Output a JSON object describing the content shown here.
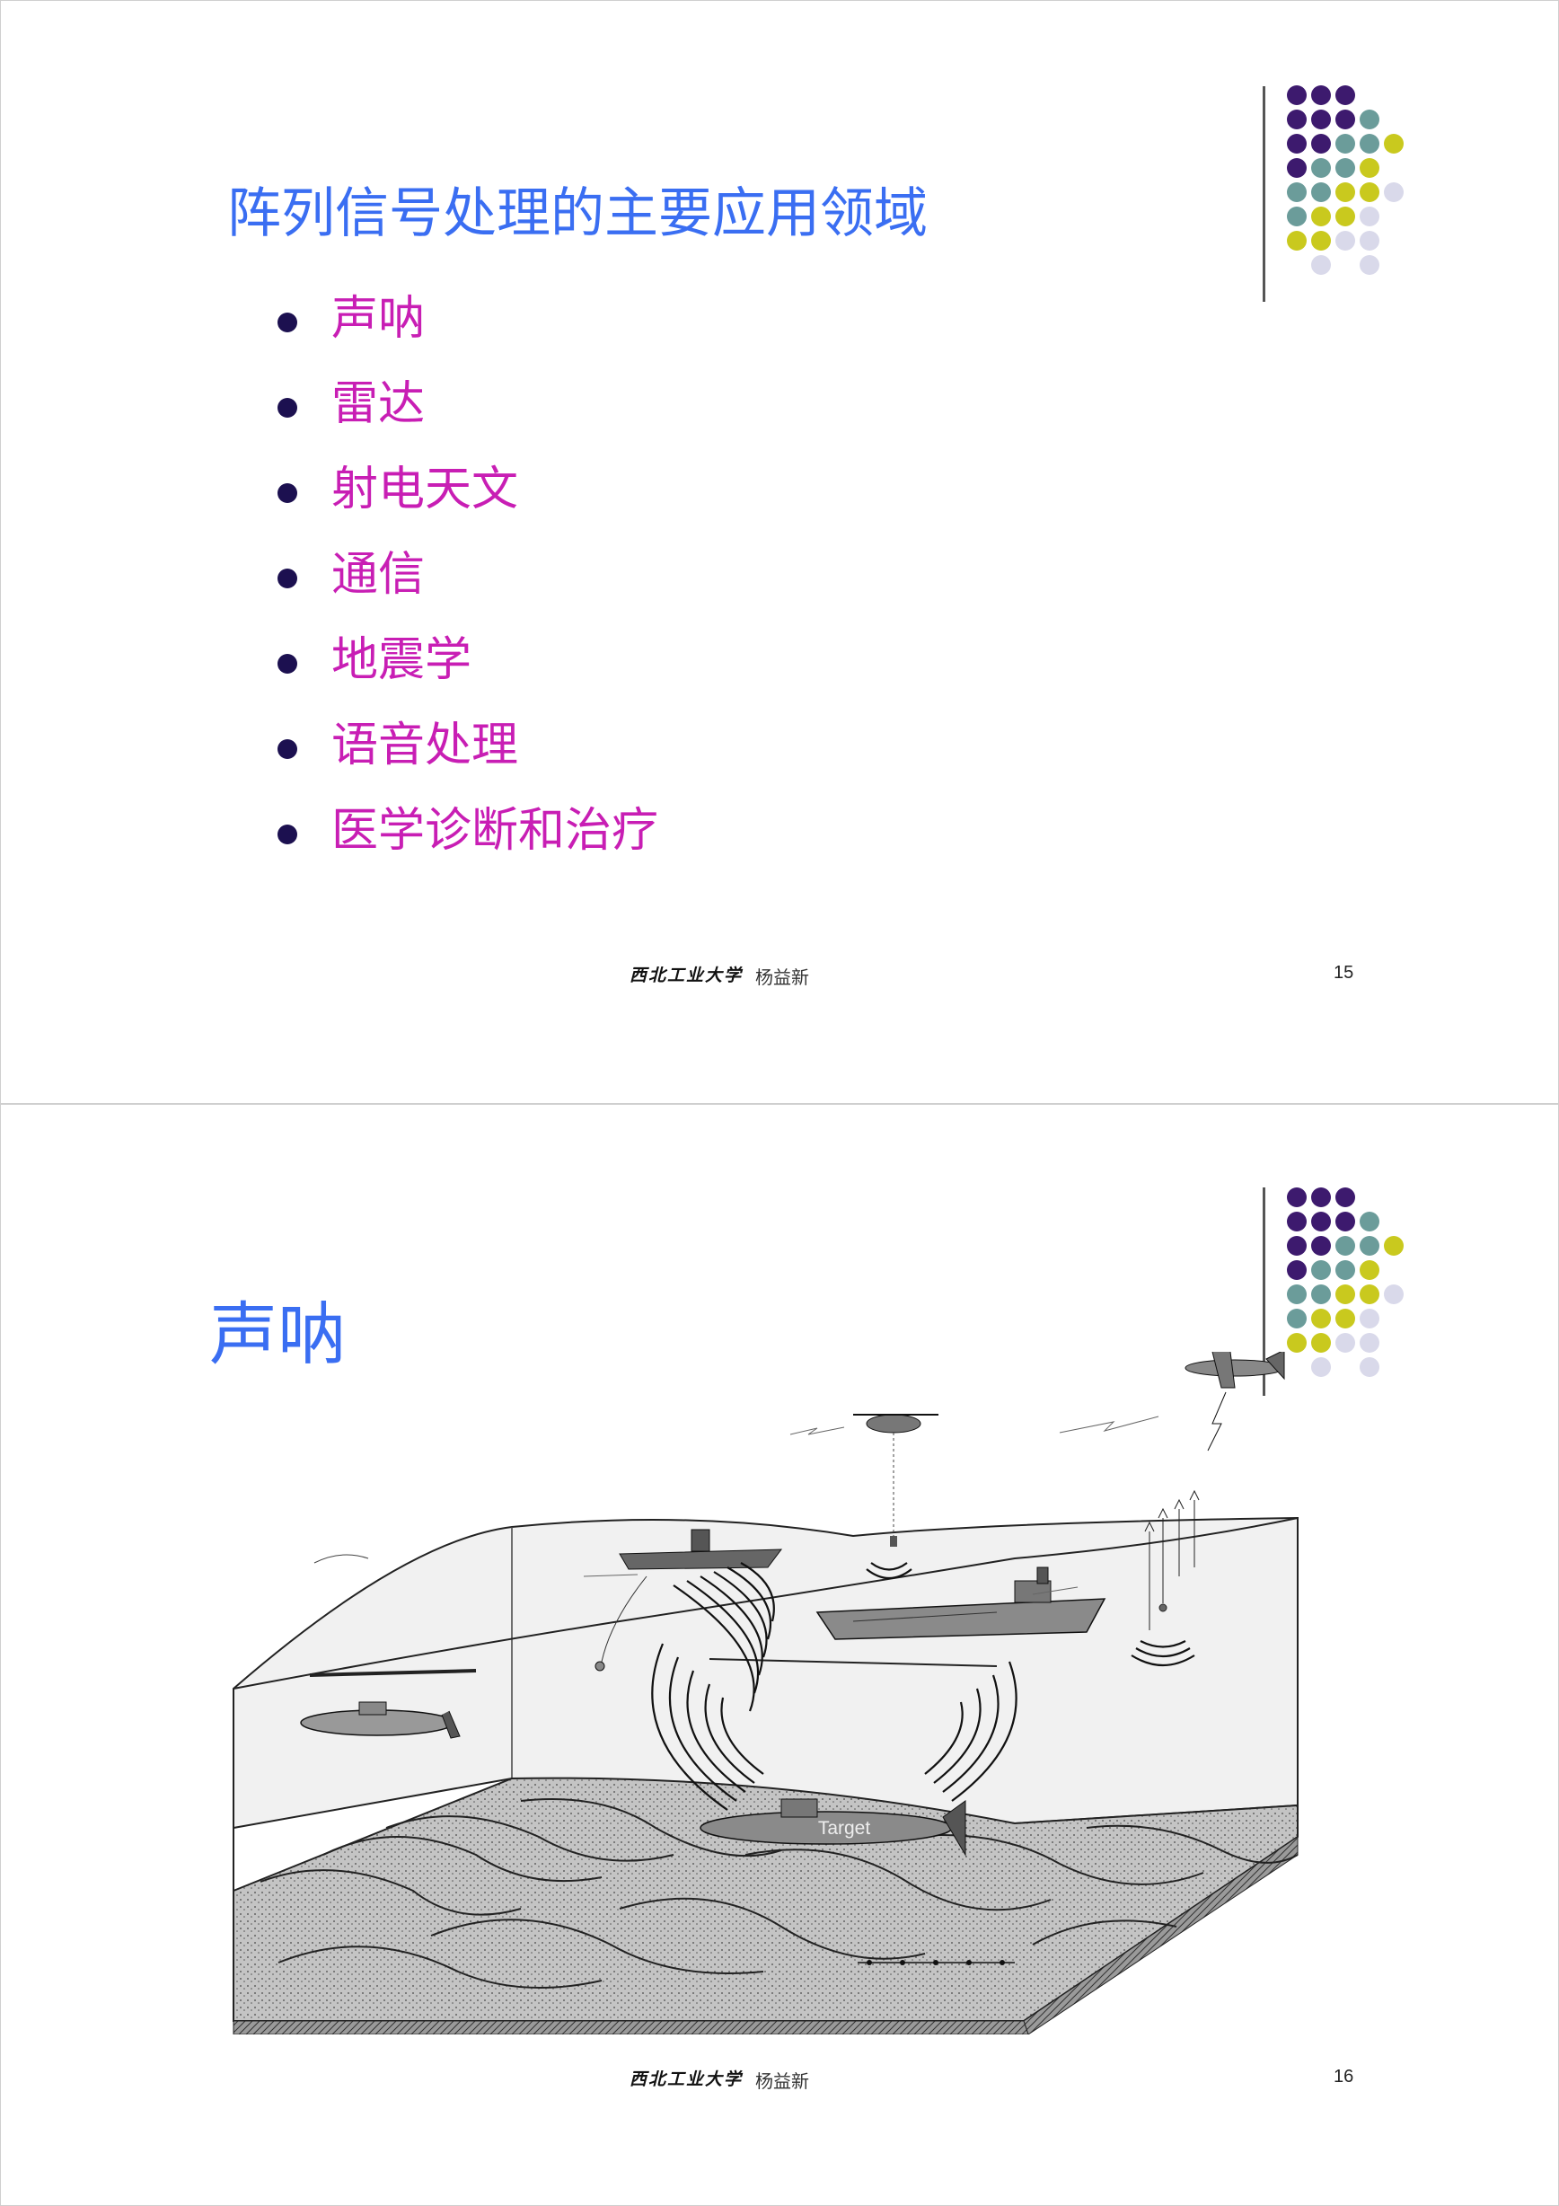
{
  "slide1": {
    "title": "阵列信号处理的主要应用领域",
    "bullets": [
      "声呐",
      "雷达",
      "射电天文",
      "通信",
      "地震学",
      "语音处理",
      "医学诊断和治疗"
    ],
    "footer_logo": "西北工业大学",
    "footer_author": "杨益新",
    "page_number": "15"
  },
  "slide2": {
    "title": "声呐",
    "figure_label": "Target",
    "footer_logo": "西北工业大学",
    "footer_author": "杨益新",
    "page_number": "16"
  },
  "colors": {
    "title": "#3a6ef2",
    "bullet_text": "#c81eb4",
    "bullet_dot": "#1c1050",
    "dot_purple": "#3d1a6e",
    "dot_teal": "#6b9c9a",
    "dot_yellow": "#c9c91e",
    "dot_lavender": "#d9d9ea"
  }
}
